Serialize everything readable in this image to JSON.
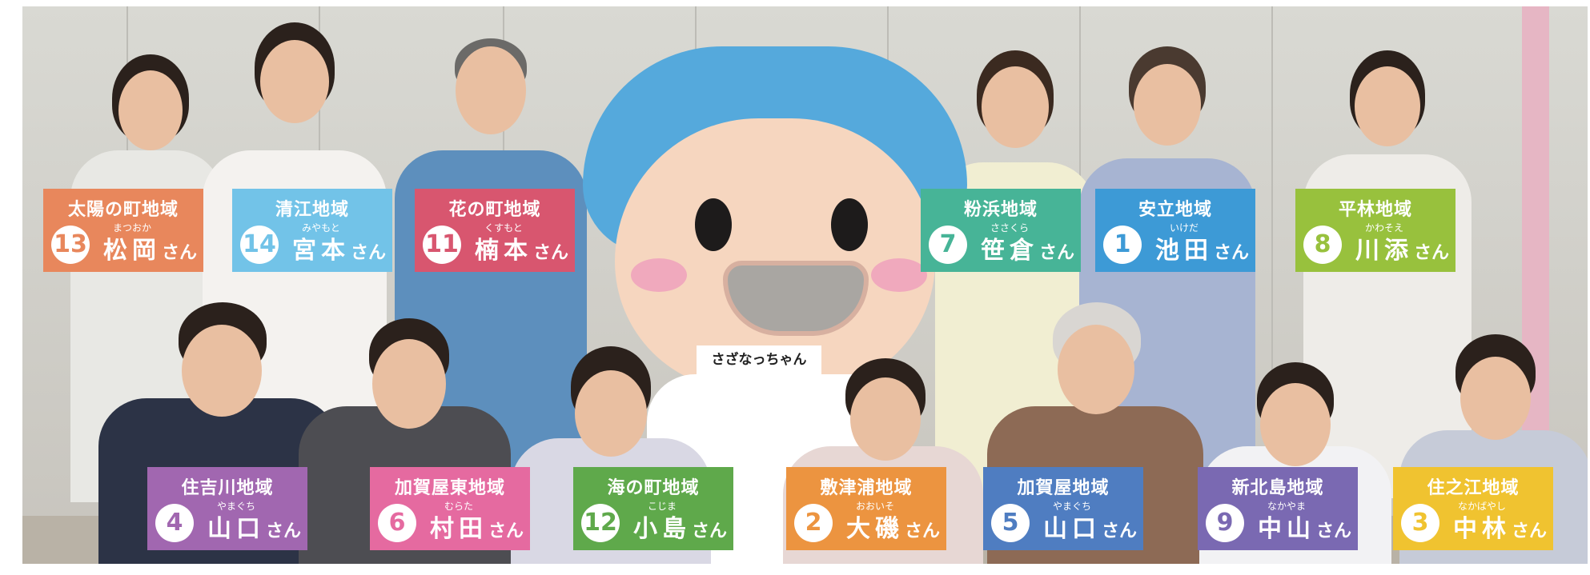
{
  "mascot_name": "さざなっちゃん",
  "labels": [
    {
      "area": "太陽の町地域",
      "number": "13",
      "ruby": "まつおか",
      "surname": "松岡",
      "honorific": "さん",
      "color": "#e8875c"
    },
    {
      "area": "清江地域",
      "number": "14",
      "ruby": "みやもと",
      "surname": "宮本",
      "honorific": "さん",
      "color": "#72c3e8"
    },
    {
      "area": "花の町地域",
      "number": "11",
      "ruby": "くすもと",
      "surname": "楠本",
      "honorific": "さん",
      "color": "#d8566f"
    },
    {
      "area": "粉浜地域",
      "number": "7",
      "ruby": "ささくら",
      "surname": "笹倉",
      "honorific": "さん",
      "color": "#47b497"
    },
    {
      "area": "安立地域",
      "number": "1",
      "ruby": "いけだ",
      "surname": "池田",
      "honorific": "さん",
      "color": "#3d9ad6"
    },
    {
      "area": "平林地域",
      "number": "8",
      "ruby": "かわそえ",
      "surname": "川添",
      "honorific": "さん",
      "color": "#98c13d"
    },
    {
      "area": "住吉川地域",
      "number": "4",
      "ruby": "やまぐち",
      "surname": "山口",
      "honorific": "さん",
      "color": "#a167b0"
    },
    {
      "area": "加賀屋東地域",
      "number": "6",
      "ruby": "むらた",
      "surname": "村田",
      "honorific": "さん",
      "color": "#e56aa0"
    },
    {
      "area": "海の町地域",
      "number": "12",
      "ruby": "こじま",
      "surname": "小島",
      "honorific": "さん",
      "color": "#5fa94b"
    },
    {
      "area": "敷津浦地域",
      "number": "2",
      "ruby": "おおいそ",
      "surname": "大磯",
      "honorific": "さん",
      "color": "#ec9440"
    },
    {
      "area": "加賀屋地域",
      "number": "5",
      "ruby": "やまぐち",
      "surname": "山口",
      "honorific": "さん",
      "color": "#4f7dc1"
    },
    {
      "area": "新北島地域",
      "number": "9",
      "ruby": "なかやま",
      "surname": "中山",
      "honorific": "さん",
      "color": "#7a69b2"
    },
    {
      "area": "住之江地域",
      "number": "3",
      "ruby": "なかばやし",
      "surname": "中林",
      "honorific": "さん",
      "color": "#f0c330"
    }
  ]
}
